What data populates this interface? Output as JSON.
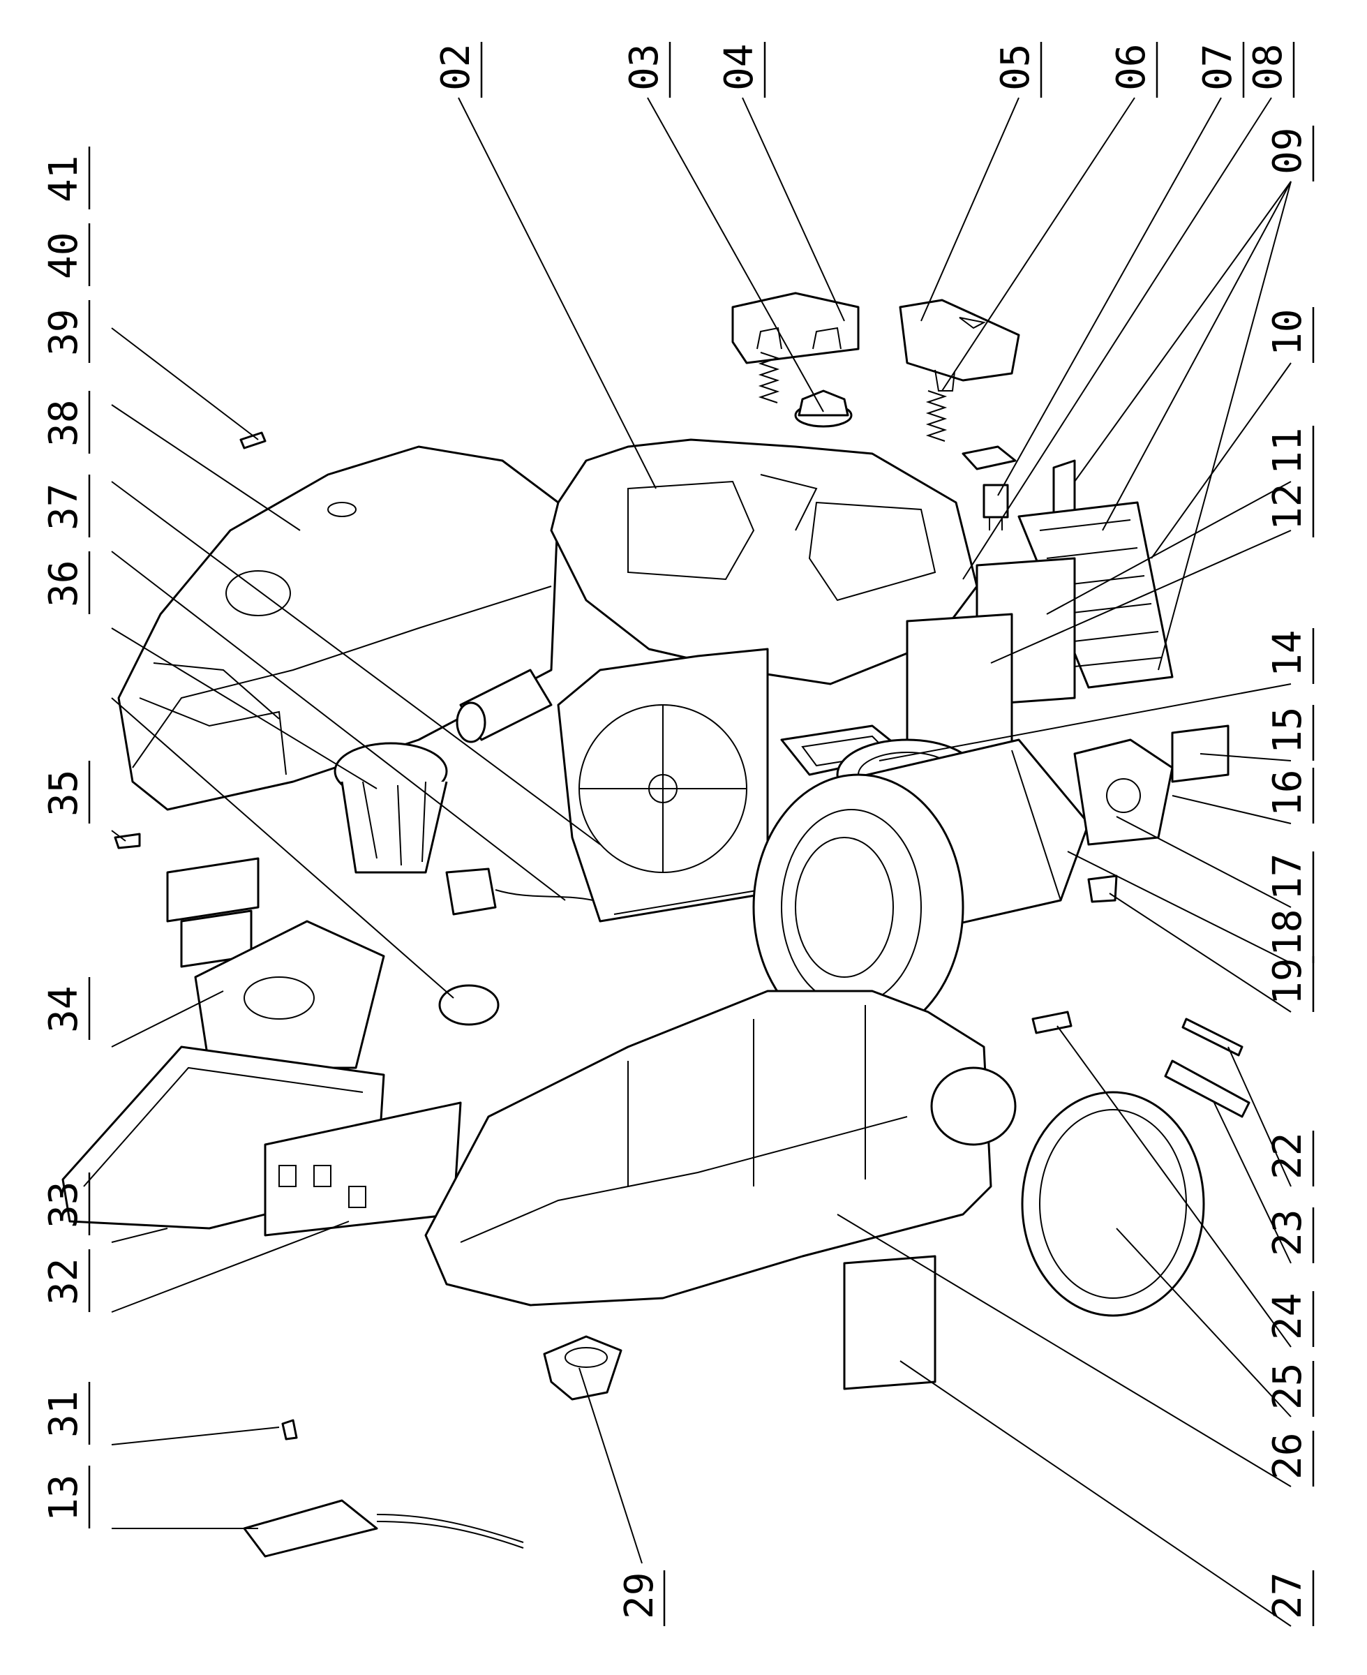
{
  "labels": {
    "p02": "02",
    "p03": "03",
    "p04": "04",
    "p05": "05",
    "p06": "06",
    "p07": "07",
    "p08": "08",
    "p09": "09",
    "p10": "10",
    "p11": "11",
    "p12": "12",
    "p13": "13",
    "p14": "14",
    "p15": "15",
    "p16": "16",
    "p17": "17",
    "p18": "18",
    "p19": "19",
    "p22": "22",
    "p23": "23",
    "p24": "24",
    "p25": "25",
    "p26": "26",
    "p27": "27",
    "p29": "29",
    "p31": "31",
    "p32": "32",
    "p33": "33",
    "p34": "34",
    "p35": "35",
    "p36": "36",
    "p37": "37",
    "p38": "38",
    "p39": "39",
    "p40": "40",
    "p41": "41"
  },
  "colors": {
    "line": "#000000",
    "background": "#ffffff"
  }
}
